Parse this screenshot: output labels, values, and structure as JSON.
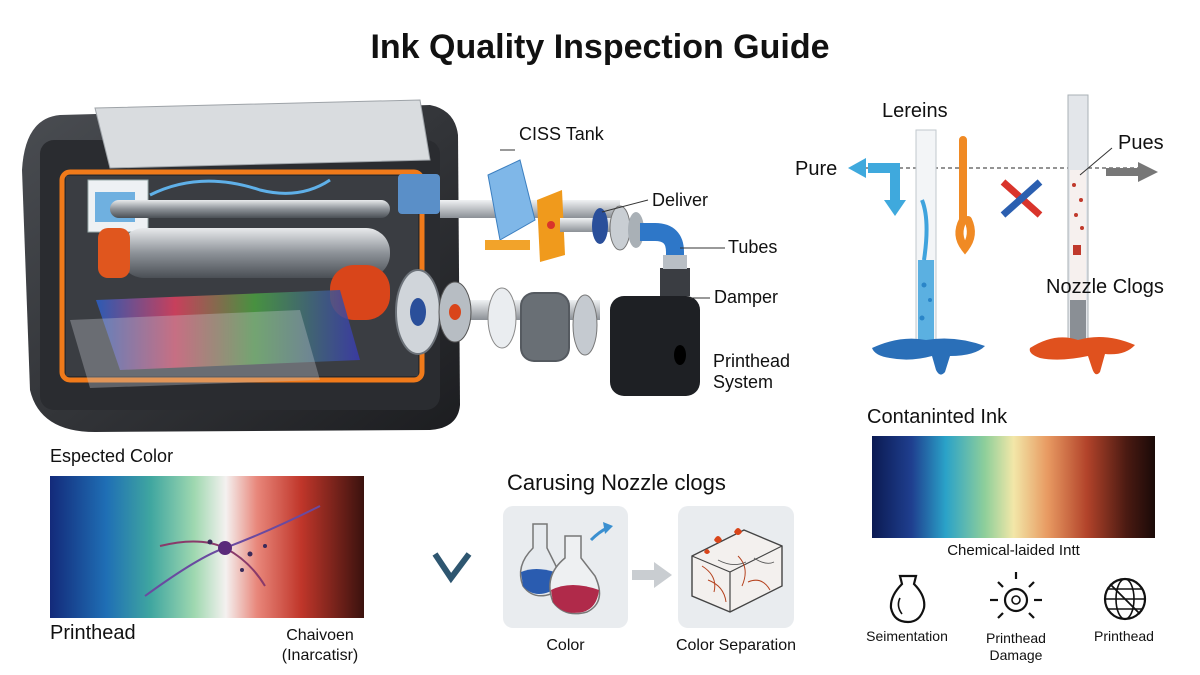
{
  "title": "Ink Quality Inspection Guide",
  "printer_labels": {
    "ciss_tank": "CISS Tank",
    "deliver": "Deliver",
    "tubes": "Tubes",
    "damper": "Damper",
    "printhead_system": "Printhead System"
  },
  "comparison": {
    "lereins": "Lereins",
    "pure": "Pure",
    "pues": "Pues",
    "nozzle_clogs": "Nozzle Clogs"
  },
  "expected": {
    "heading": "Espected Color",
    "left_label": "Printhead",
    "right_label": "Chaivoen (Inarcatisr)"
  },
  "causing": {
    "heading": "Carusing Nozzle clogs",
    "color_label": "Color",
    "separation_label": "Color Separation"
  },
  "contaminated": {
    "heading": "Contaninted Ink",
    "caption": "Chemical-laided Intt",
    "icons": [
      {
        "label": "Seimentation",
        "icon": "drop-outline-icon"
      },
      {
        "label": "Printhead Damage",
        "icon": "damage-burst-icon"
      },
      {
        "label": "Printhead",
        "icon": "globe-mesh-icon"
      }
    ]
  },
  "colors": {
    "pure_arrow": "#3fa9dd",
    "cross_red": "#d9342b",
    "cross_blue": "#2b5fb0",
    "orange_drip": "#f08a24"
  }
}
